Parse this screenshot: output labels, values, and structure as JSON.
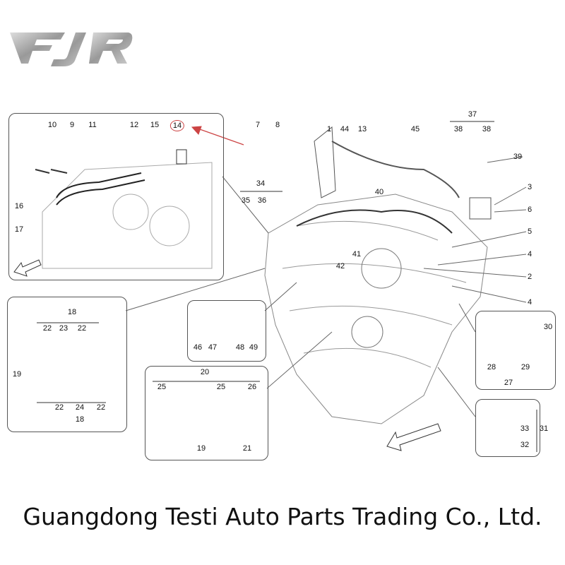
{
  "logo_text": "FJR",
  "callouts": [
    "10",
    "9",
    "11",
    "12",
    "15",
    "14",
    "16",
    "17",
    "7",
    "8",
    "1",
    "44",
    "13",
    "45",
    "37",
    "38",
    "38",
    "39",
    "3",
    "6",
    "5",
    "4",
    "2",
    "4",
    "40",
    "34",
    "35",
    "36",
    "41",
    "42",
    "30",
    "18",
    "22",
    "23",
    "22",
    "19",
    "22",
    "24",
    "22",
    "18",
    "46",
    "47",
    "48",
    "49",
    "20",
    "25",
    "25",
    "26",
    "19",
    "21",
    "28",
    "29",
    "27",
    "33",
    "31",
    "32"
  ],
  "highlighted_part": "14",
  "footer": "Guangdong Testi Auto Parts Trading Co., Ltd."
}
